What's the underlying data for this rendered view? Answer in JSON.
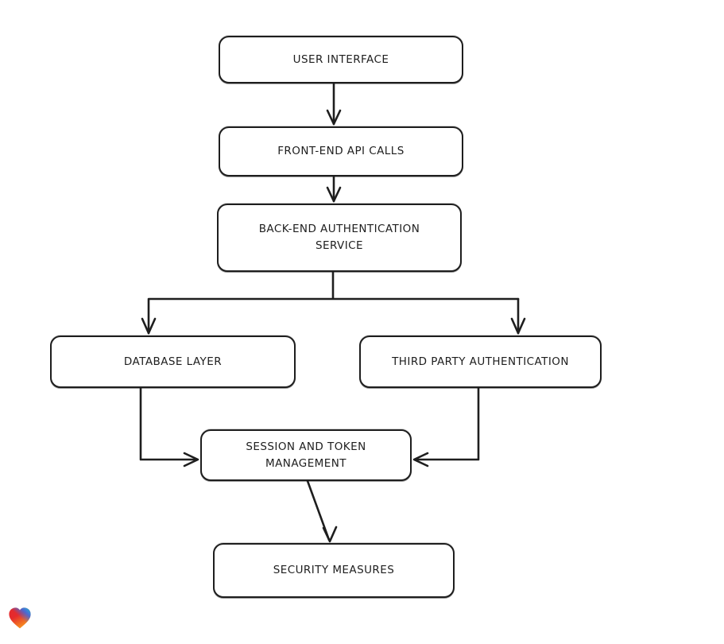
{
  "theme": {
    "canvas_bg": "#ffffff",
    "stroke": "#1e1e1e",
    "node_fill": "#ffffff",
    "text": "#1e1e1e"
  },
  "diagram": {
    "type": "flowchart",
    "nodes": [
      {
        "id": "user-interface",
        "lines": [
          "USER INTERFACE"
        ]
      },
      {
        "id": "front-end-api-calls",
        "lines": [
          "FRONT-END API CALLS"
        ]
      },
      {
        "id": "back-end-authentication-service",
        "lines": [
          "BACK-END AUTHENTICATION",
          "SERVICE"
        ]
      },
      {
        "id": "database-layer",
        "lines": [
          "DATABASE LAYER"
        ]
      },
      {
        "id": "third-party-authentication",
        "lines": [
          "THIRD PARTY AUTHENTICATION"
        ]
      },
      {
        "id": "session-and-token-management",
        "lines": [
          "SESSION AND TOKEN",
          "MANAGEMENT"
        ]
      },
      {
        "id": "security-measures",
        "lines": [
          "SECURITY MEASURES"
        ]
      }
    ],
    "edges": [
      {
        "from": "user-interface",
        "to": "front-end-api-calls"
      },
      {
        "from": "front-end-api-calls",
        "to": "back-end-authentication-service"
      },
      {
        "from": "back-end-authentication-service",
        "to": "database-layer"
      },
      {
        "from": "back-end-authentication-service",
        "to": "third-party-authentication"
      },
      {
        "from": "database-layer",
        "to": "session-and-token-management"
      },
      {
        "from": "third-party-authentication",
        "to": "session-and-token-management"
      },
      {
        "from": "session-and-token-management",
        "to": "security-measures"
      }
    ],
    "logo": {
      "name": "whimsical-heart-logo",
      "colors": {
        "red": "#e52a2d",
        "orange": "#f7941d",
        "blue": "#3f6ce0",
        "teal": "#23b5d3"
      }
    }
  }
}
